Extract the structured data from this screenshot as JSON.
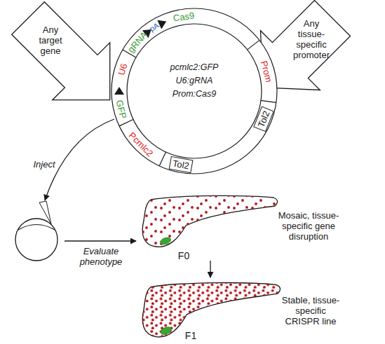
{
  "diagram": {
    "nodes": [
      {
        "text": [
          "Any target gene"
        ]
      },
      {
        "text": [
          "Any tissue-specific promoter"
        ]
      },
      {
        "text": [
          "pcmlc2:GFP",
          "U6:gRNA",
          "Prom:Cas9"
        ]
      },
      {
        "text": [
          "Cas9"
        ],
        "in": 2
      },
      {
        "text": [
          "Prom"
        ],
        "in": 2
      },
      {
        "text": [
          "Tol2"
        ],
        "in": 2
      },
      {
        "text": [
          "Tol2"
        ],
        "in": 2
      },
      {
        "text": [
          "Pcmlc2"
        ],
        "in": 2
      },
      {
        "text": [
          "GFP"
        ],
        "in": 2
      },
      {
        "text": [
          "U6"
        ],
        "in": 2
      },
      {
        "text": [
          "gRNA"
        ],
        "in": 2
      },
      {
        "text": [
          "pA"
        ],
        "in": 2
      },
      {
        "text": [
          "F0",
          "Mosaic, tissue-specific gene disruption"
        ]
      },
      {
        "text": [
          "F1",
          "Stable, tissue-specific CRISPR line"
        ]
      }
    ],
    "edges": [
      {
        "from": 12,
        "to": 13,
        "arrow": "to"
      }
    ],
    "labels": [
      "Inject",
      "Evaluate phenotype"
    ]
  }
}
